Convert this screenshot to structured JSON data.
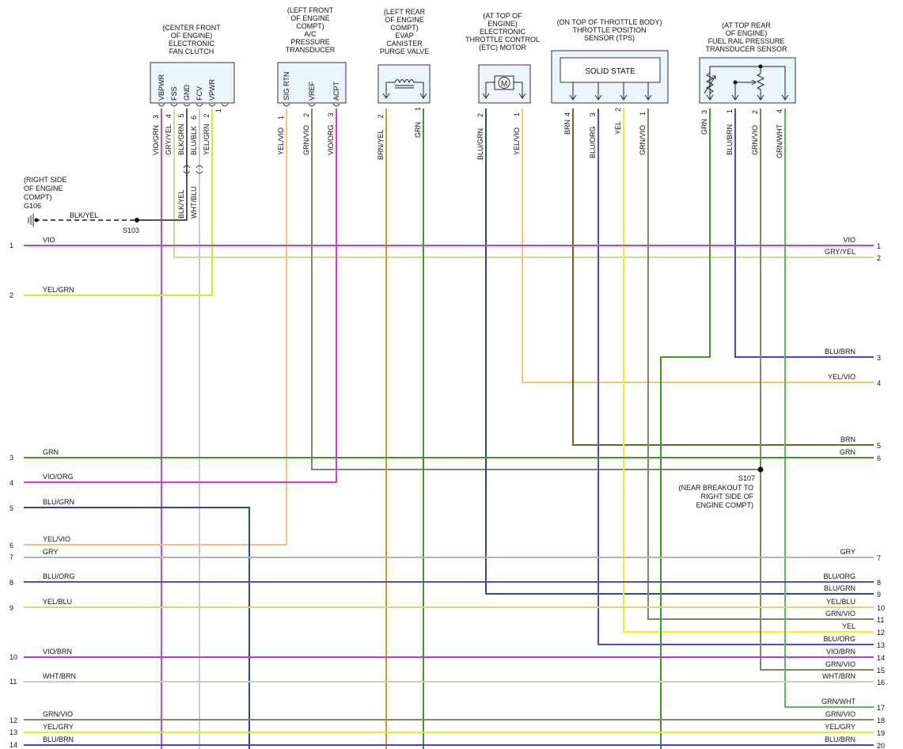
{
  "colors": {
    "VIO": "#d23cd2",
    "GRY/YEL": "#d2d49a",
    "YEL/GRN": "#d8e82c",
    "GRN": "#3c9a28",
    "VIO/ORG": "#d83ad8",
    "BLU/GRN": "#2c4a88",
    "YEL/VIO": "#f2c278",
    "GRY": "#b4b4b4",
    "BLU/ORG": "#5848b8",
    "YEL/BLU": "#d8d86a",
    "VIO/BRN": "#c838c8",
    "WHT/BRN": "#cfcfb4",
    "GRN/VIO": "#7a8a62",
    "YEL/GRY": "#e8e834",
    "BLU/BRN": "#4848a8",
    "BRN": "#7a6028",
    "YEL": "#f0f030",
    "GRN/WHT": "#5cb85c",
    "BLK/YEL": "#333333",
    "BLK/GRN": "#555555",
    "WHT/BLU": "#c6c6ec",
    "BLU/BLK": "#3a3a9a",
    "VIO/GRN": "#c04ac8",
    "BRN/YEL": "#d09a2a",
    "GRN/WHT_alt": "#5cb85c"
  },
  "components": [
    {
      "id": "fan",
      "location": [
        "(CENTER FRONT",
        "OF ENGINE)"
      ],
      "name": [
        "ELECTRONIC",
        "FAN CLUTCH"
      ],
      "pin_labels": [
        "VBPWR",
        "FSS",
        "GND",
        "FCV",
        "VPWR"
      ]
    },
    {
      "id": "ac",
      "location": [
        "(LEFT FRONT",
        "OF ENGINE",
        "COMPT)"
      ],
      "name": [
        "A/C",
        "PRESSURE",
        "TRANSDUCER"
      ],
      "pin_labels": [
        "SIG RTN",
        "VREF",
        "ACPT"
      ]
    },
    {
      "id": "evap",
      "location": [
        "(LEFT REAR",
        "OF ENGINE",
        "COMPT)"
      ],
      "name": [
        "EVAP",
        "CANISTER",
        "PURGE VALVE"
      ]
    },
    {
      "id": "etc",
      "location": [
        "(AT TOP OF",
        "ENGINE)"
      ],
      "name": [
        "ELECTRONIC",
        "THROTTLE CONTROL",
        "(ETC) MOTOR"
      ],
      "motor_symbol": "M"
    },
    {
      "id": "tps",
      "location": [
        "(ON TOP OF THROTTLE BODY)"
      ],
      "name": [
        "THROTTLE POSITION",
        "SENSOR (TPS)"
      ],
      "inner_label": "SOLID STATE"
    },
    {
      "id": "frp",
      "location": [
        "(AT TOP REAR",
        "OF ENGINE)"
      ],
      "name": [
        "FUEL RAIL PRESSURE",
        "TRANSDUCER SENSOR"
      ]
    }
  ],
  "vertical_wires": [
    {
      "pin": "3",
      "color": "VIO/GRN"
    },
    {
      "pin": "4",
      "color": "GRY/YEL"
    },
    {
      "pin": "5",
      "color": "BLK/GRN"
    },
    {
      "pin": "6",
      "color": "BLU/BLK"
    },
    {
      "pin": "2",
      "color": "YEL/GRN"
    },
    {
      "pin": "1",
      "color": ""
    },
    {
      "pin": "1",
      "color": "YEL/VIO"
    },
    {
      "pin": "2",
      "color": "GRN/VIO"
    },
    {
      "pin": "3",
      "color": "VIO/ORG"
    },
    {
      "pin": "2",
      "color": "BRN/YEL"
    },
    {
      "pin": "1",
      "color": "GRN"
    },
    {
      "pin": "2",
      "color": "BLU/GRN"
    },
    {
      "pin": "1",
      "color": "YEL/VIO"
    },
    {
      "pin": "4",
      "color": "BRN"
    },
    {
      "pin": "3",
      "color": "BLU/ORG"
    },
    {
      "pin": "2",
      "color": "YEL"
    },
    {
      "pin": "1",
      "color": "GRN/VIO"
    },
    {
      "pin": "3",
      "color": "GRN"
    },
    {
      "pin": "1",
      "color": "BLU/BRN"
    },
    {
      "pin": "2",
      "color": "GRN/VIO"
    },
    {
      "pin": "4",
      "color": "GRN/WHT"
    }
  ],
  "fan_branch_labels": [
    "BLK/YEL",
    "WHT/BLU"
  ],
  "ground": {
    "location": [
      "(RIGHT SIDE",
      "OF ENGINE",
      "COMPT)"
    ],
    "id": "G106",
    "wire": "BLK/YEL",
    "splice": "S103"
  },
  "splice_s107": {
    "id": "S107",
    "location": [
      "(NEAR BREAKOUT TO",
      "RIGHT SIDE OF",
      "ENGINE COMPT)"
    ]
  },
  "left_connector": [
    {
      "pin": "1",
      "label": "VIO"
    },
    {
      "pin": "2",
      "label": "YEL/GRN"
    },
    {
      "pin": "3",
      "label": "GRN"
    },
    {
      "pin": "4",
      "label": "VIO/ORG"
    },
    {
      "pin": "5",
      "label": "BLU/GRN"
    },
    {
      "pin": "6",
      "label": "YEL/VIO"
    },
    {
      "pin": "7",
      "label": "GRY"
    },
    {
      "pin": "8",
      "label": "BLU/ORG"
    },
    {
      "pin": "9",
      "label": "YEL/BLU"
    },
    {
      "pin": "10",
      "label": "VIO/BRN"
    },
    {
      "pin": "11",
      "label": "WHT/BRN"
    },
    {
      "pin": "12",
      "label": "GRN/VIO"
    },
    {
      "pin": "13",
      "label": "YEL/GRY"
    },
    {
      "pin": "14",
      "label": "BLU/BRN"
    }
  ],
  "right_connector": [
    {
      "pin": "1",
      "label": "VIO"
    },
    {
      "pin": "2",
      "label": "GRY/YEL"
    },
    {
      "pin": "3",
      "label": "BLU/BRN"
    },
    {
      "pin": "4",
      "label": "YEL/VIO"
    },
    {
      "pin": "5",
      "label": "BRN"
    },
    {
      "pin": "6",
      "label": "GRN"
    },
    {
      "pin": "7",
      "label": "GRY"
    },
    {
      "pin": "8",
      "label": "BLU/ORG"
    },
    {
      "pin": "9",
      "label": "BLU/GRN"
    },
    {
      "pin": "10",
      "label": "YEL/BLU"
    },
    {
      "pin": "11",
      "label": "GRN/VIO"
    },
    {
      "pin": "12",
      "label": "YEL"
    },
    {
      "pin": "13",
      "label": "BLU/ORG"
    },
    {
      "pin": "14",
      "label": "VIO/BRN"
    },
    {
      "pin": "15",
      "label": "GRN/VIO"
    },
    {
      "pin": "16",
      "label": "WHT/BRN"
    },
    {
      "pin": "17",
      "label": "GRN/WHT"
    },
    {
      "pin": "18",
      "label": "GRN/VIO"
    },
    {
      "pin": "19",
      "label": "YEL/GRY"
    },
    {
      "pin": "20",
      "label": "BLU/BRN"
    }
  ]
}
